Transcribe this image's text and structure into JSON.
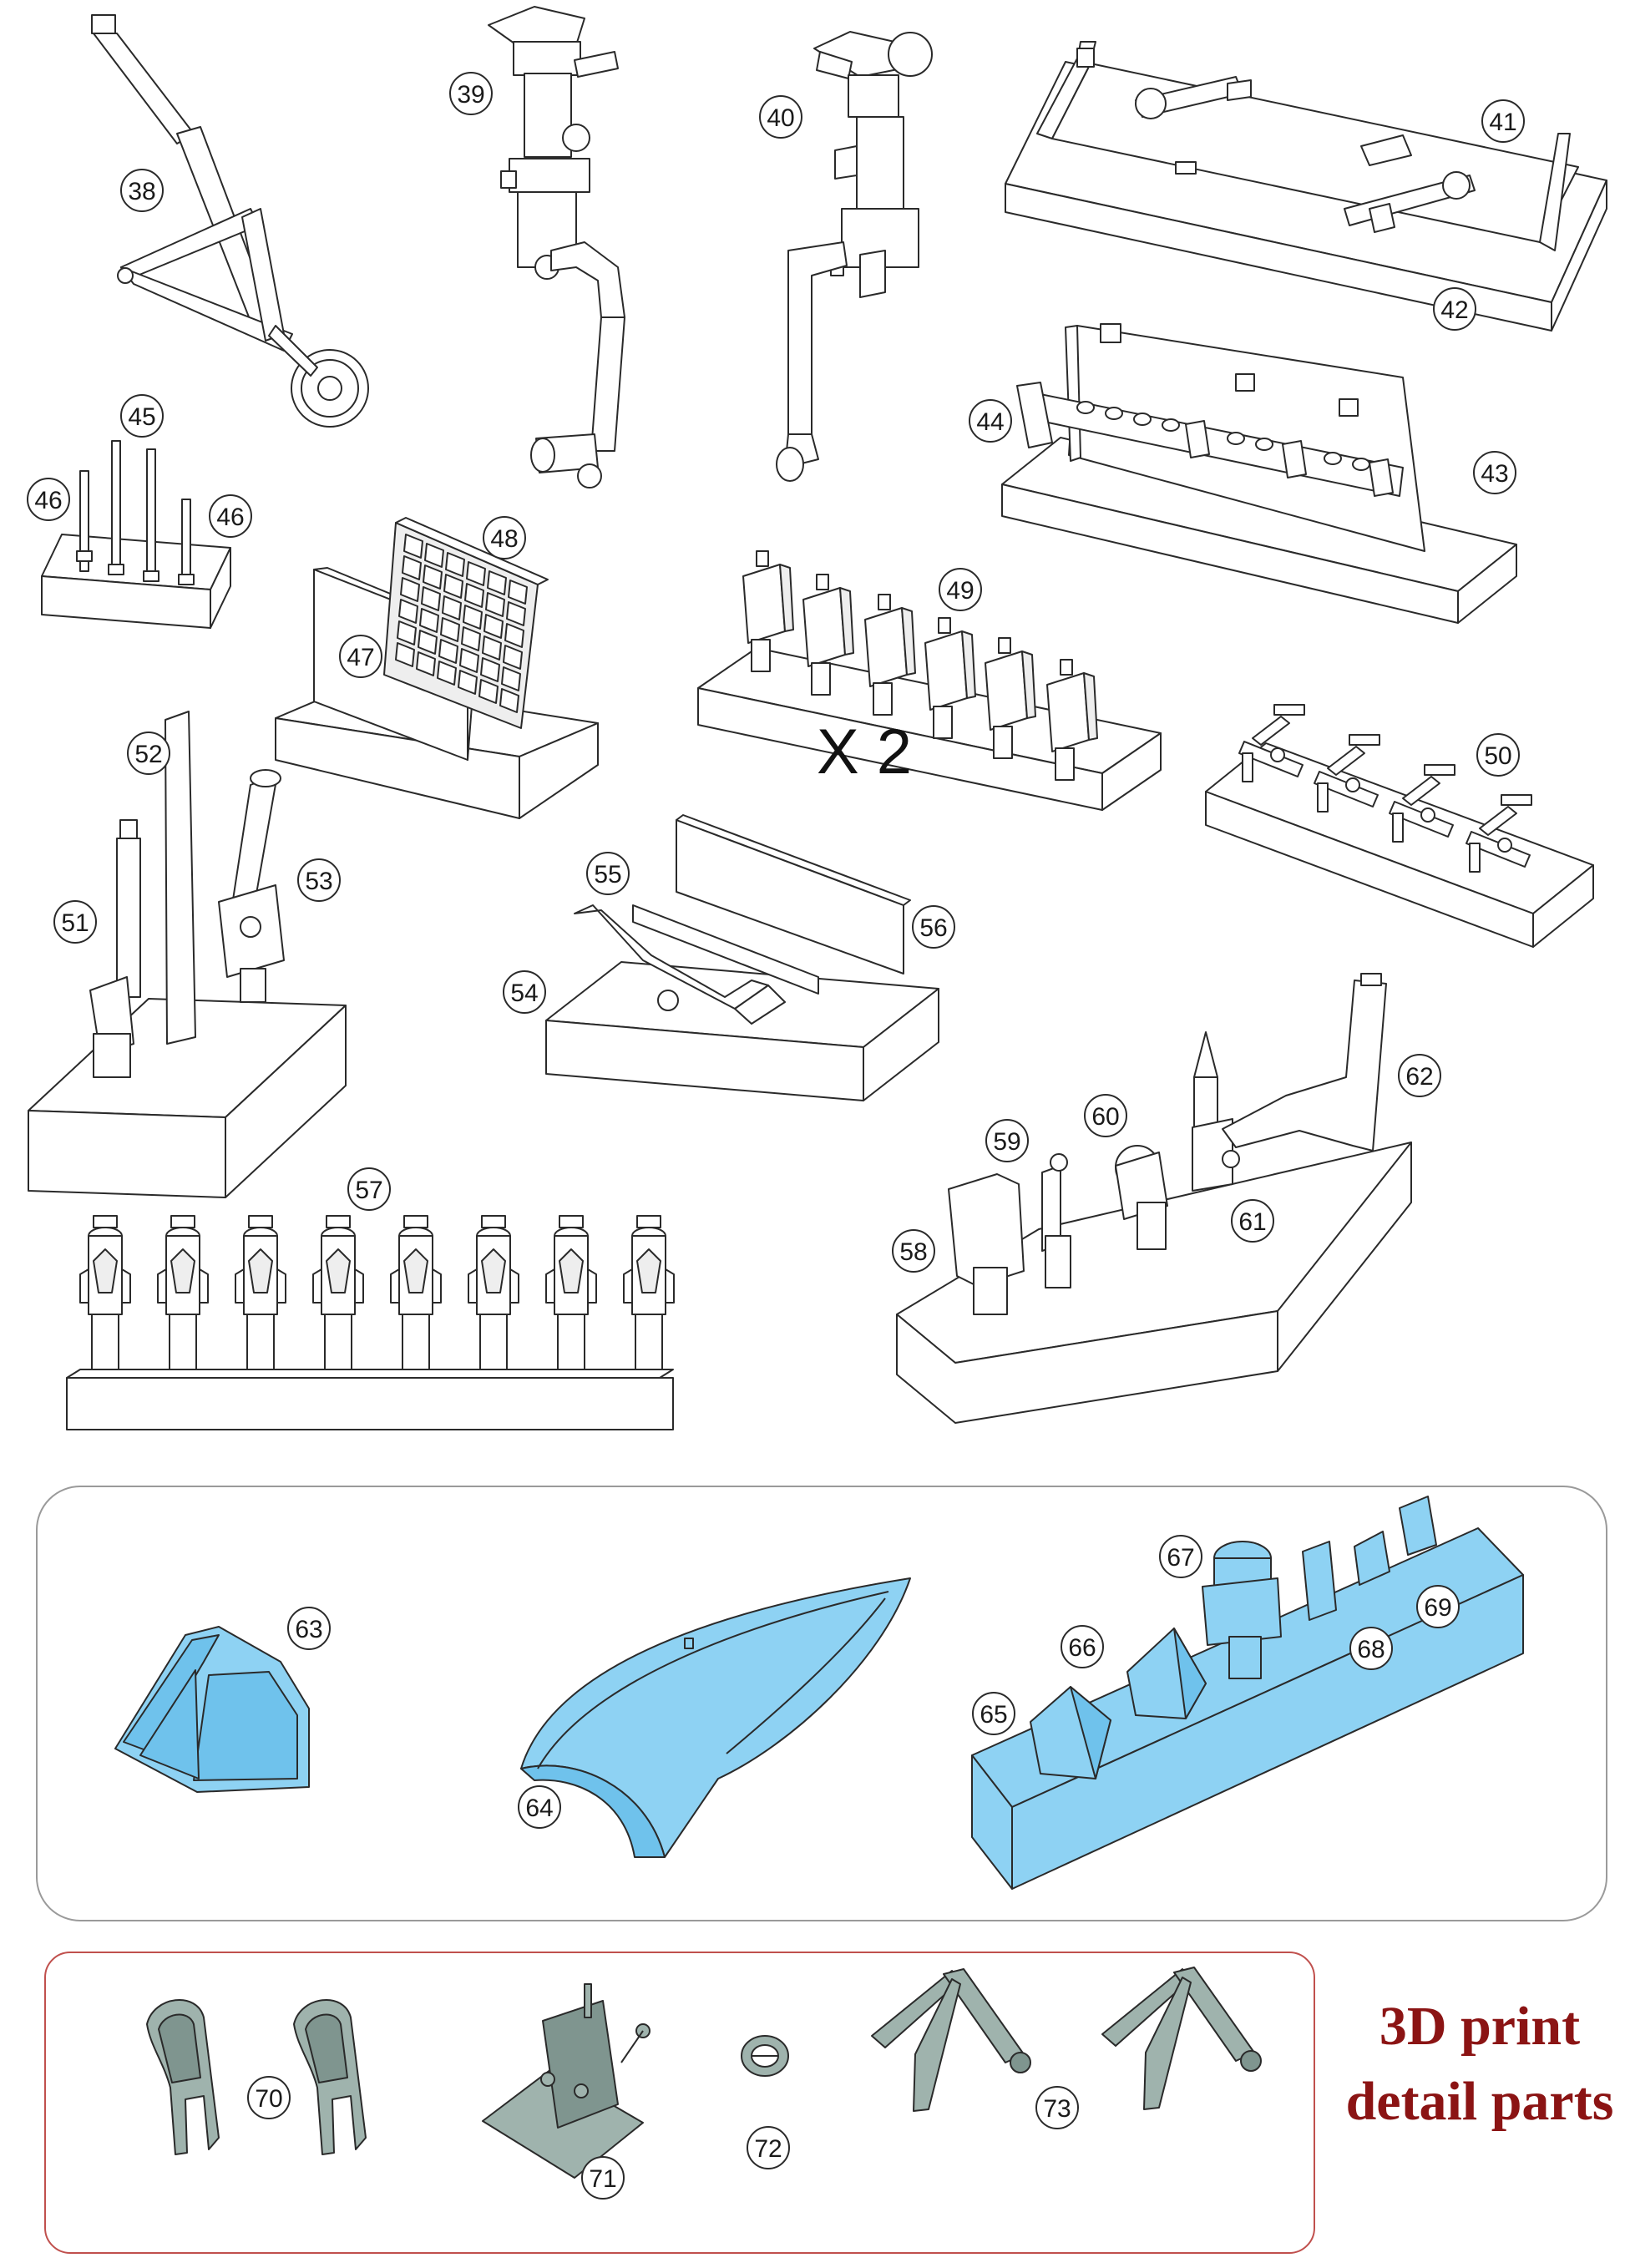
{
  "labels": {
    "p38": "38",
    "p39": "39",
    "p40": "40",
    "p41": "41",
    "p42": "42",
    "p43": "43",
    "p44": "44",
    "p45": "45",
    "p46a": "46",
    "p46b": "46",
    "p47": "47",
    "p48": "48",
    "p49": "49",
    "p50": "50",
    "p51": "51",
    "p52": "52",
    "p53": "53",
    "p54": "54",
    "p55": "55",
    "p56": "56",
    "p57": "57",
    "p58": "58",
    "p59": "59",
    "p60": "60",
    "p61": "61",
    "p62": "62",
    "p63": "63",
    "p64": "64",
    "p65": "65",
    "p66": "66",
    "p67": "67",
    "p68": "68",
    "p69": "69",
    "p70": "70",
    "p71": "71",
    "p72": "72",
    "p73": "73"
  },
  "multiplier": "X 2",
  "print_section": {
    "title_line1": "3D print",
    "title_line2": "detail parts",
    "title_color": "#8b1414",
    "frame_color": "#c0504d"
  },
  "clear_section": {
    "part_color": "#8ed2f3",
    "frame_color": "#9a9a9a"
  },
  "print_part_color": "#9fb3ad"
}
